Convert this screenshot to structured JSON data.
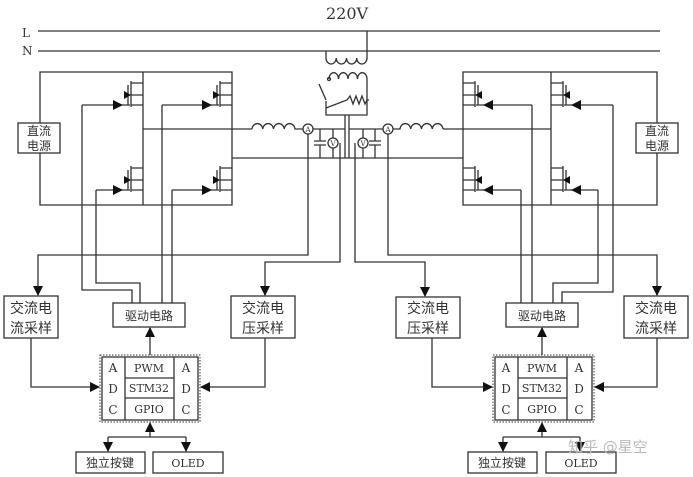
{
  "diagram": {
    "supply_voltage": "220V",
    "line_labels": {
      "live": "L",
      "neutral": "N"
    },
    "dc_source": [
      "直流",
      "电源"
    ],
    "current_sampling": [
      "交流电",
      "流采样"
    ],
    "voltage_sampling": [
      "交流电",
      "压采样"
    ],
    "driver_circuit": "驱动电路",
    "mcu": {
      "adc_left": [
        "A",
        "D",
        "C"
      ],
      "adc_right": [
        "A",
        "D",
        "C"
      ],
      "pwm": "PWM",
      "chip": "STM32",
      "gpio": "GPIO"
    },
    "keys": "独立按键",
    "display": "OLED",
    "ammeter_symbol": "A",
    "voltmeter_symbol": "V",
    "watermark": "知乎 @星空"
  }
}
